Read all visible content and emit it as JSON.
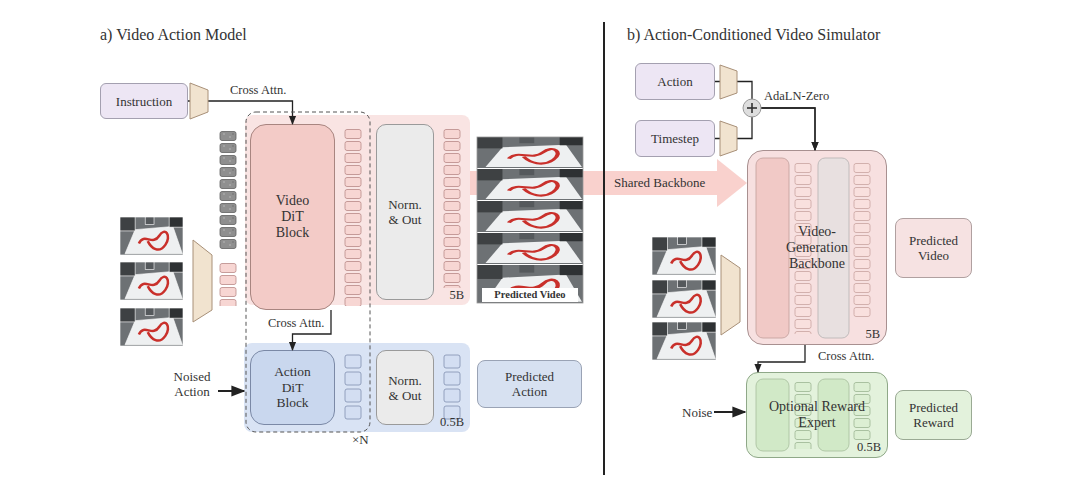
{
  "diagram": {
    "nodes": [
      {
        "text": [
          "Instruction"
        ]
      },
      {
        "text": [
          "5B"
        ]
      },
      {
        "text": [
          "Video DiT Block"
        ],
        "in": 1
      },
      {
        "text": [
          "Norm. & Out"
        ],
        "in": 1
      },
      {
        "text": [
          "Predicted Video"
        ]
      },
      {
        "text": [
          "0.5B"
        ]
      },
      {
        "text": [
          "Action DiT Block"
        ],
        "in": 5
      },
      {
        "text": [
          "Norm. & Out"
        ],
        "in": 5
      },
      {
        "text": [
          "Predicted Action"
        ]
      },
      {
        "text": [
          "Action"
        ]
      },
      {
        "text": [
          "Timestep"
        ]
      },
      {
        "text": [
          "Video-Generation Backbone",
          "5B"
        ]
      },
      {
        "text": [
          "Predicted Video"
        ]
      },
      {
        "text": [
          "Optional Reward Expert",
          "0.5B"
        ]
      },
      {
        "text": [
          "Predicted Reward"
        ]
      }
    ],
    "edges": [
      {
        "from": 0,
        "to": 2,
        "label": "Cross Attn.",
        "arrow": "to"
      },
      {
        "from": 2,
        "to": 6,
        "label": "Cross Attn.",
        "arrow": "to"
      },
      {
        "from": 1,
        "to": 11,
        "label": "Shared Backbone",
        "arrow": "to"
      },
      {
        "from": 9,
        "to": 11,
        "label": "AdaLN-Zero",
        "arrow": "to"
      },
      {
        "from": 10,
        "to": 11,
        "arrow": "to"
      },
      {
        "from": 11,
        "to": 13,
        "label": "Cross Attn.",
        "arrow": "to"
      }
    ],
    "labels": [
      "a) Video Action Model",
      "b) Action-Conditioned Video Simulator",
      "×N",
      "Noised Action",
      "Noise"
    ]
  }
}
